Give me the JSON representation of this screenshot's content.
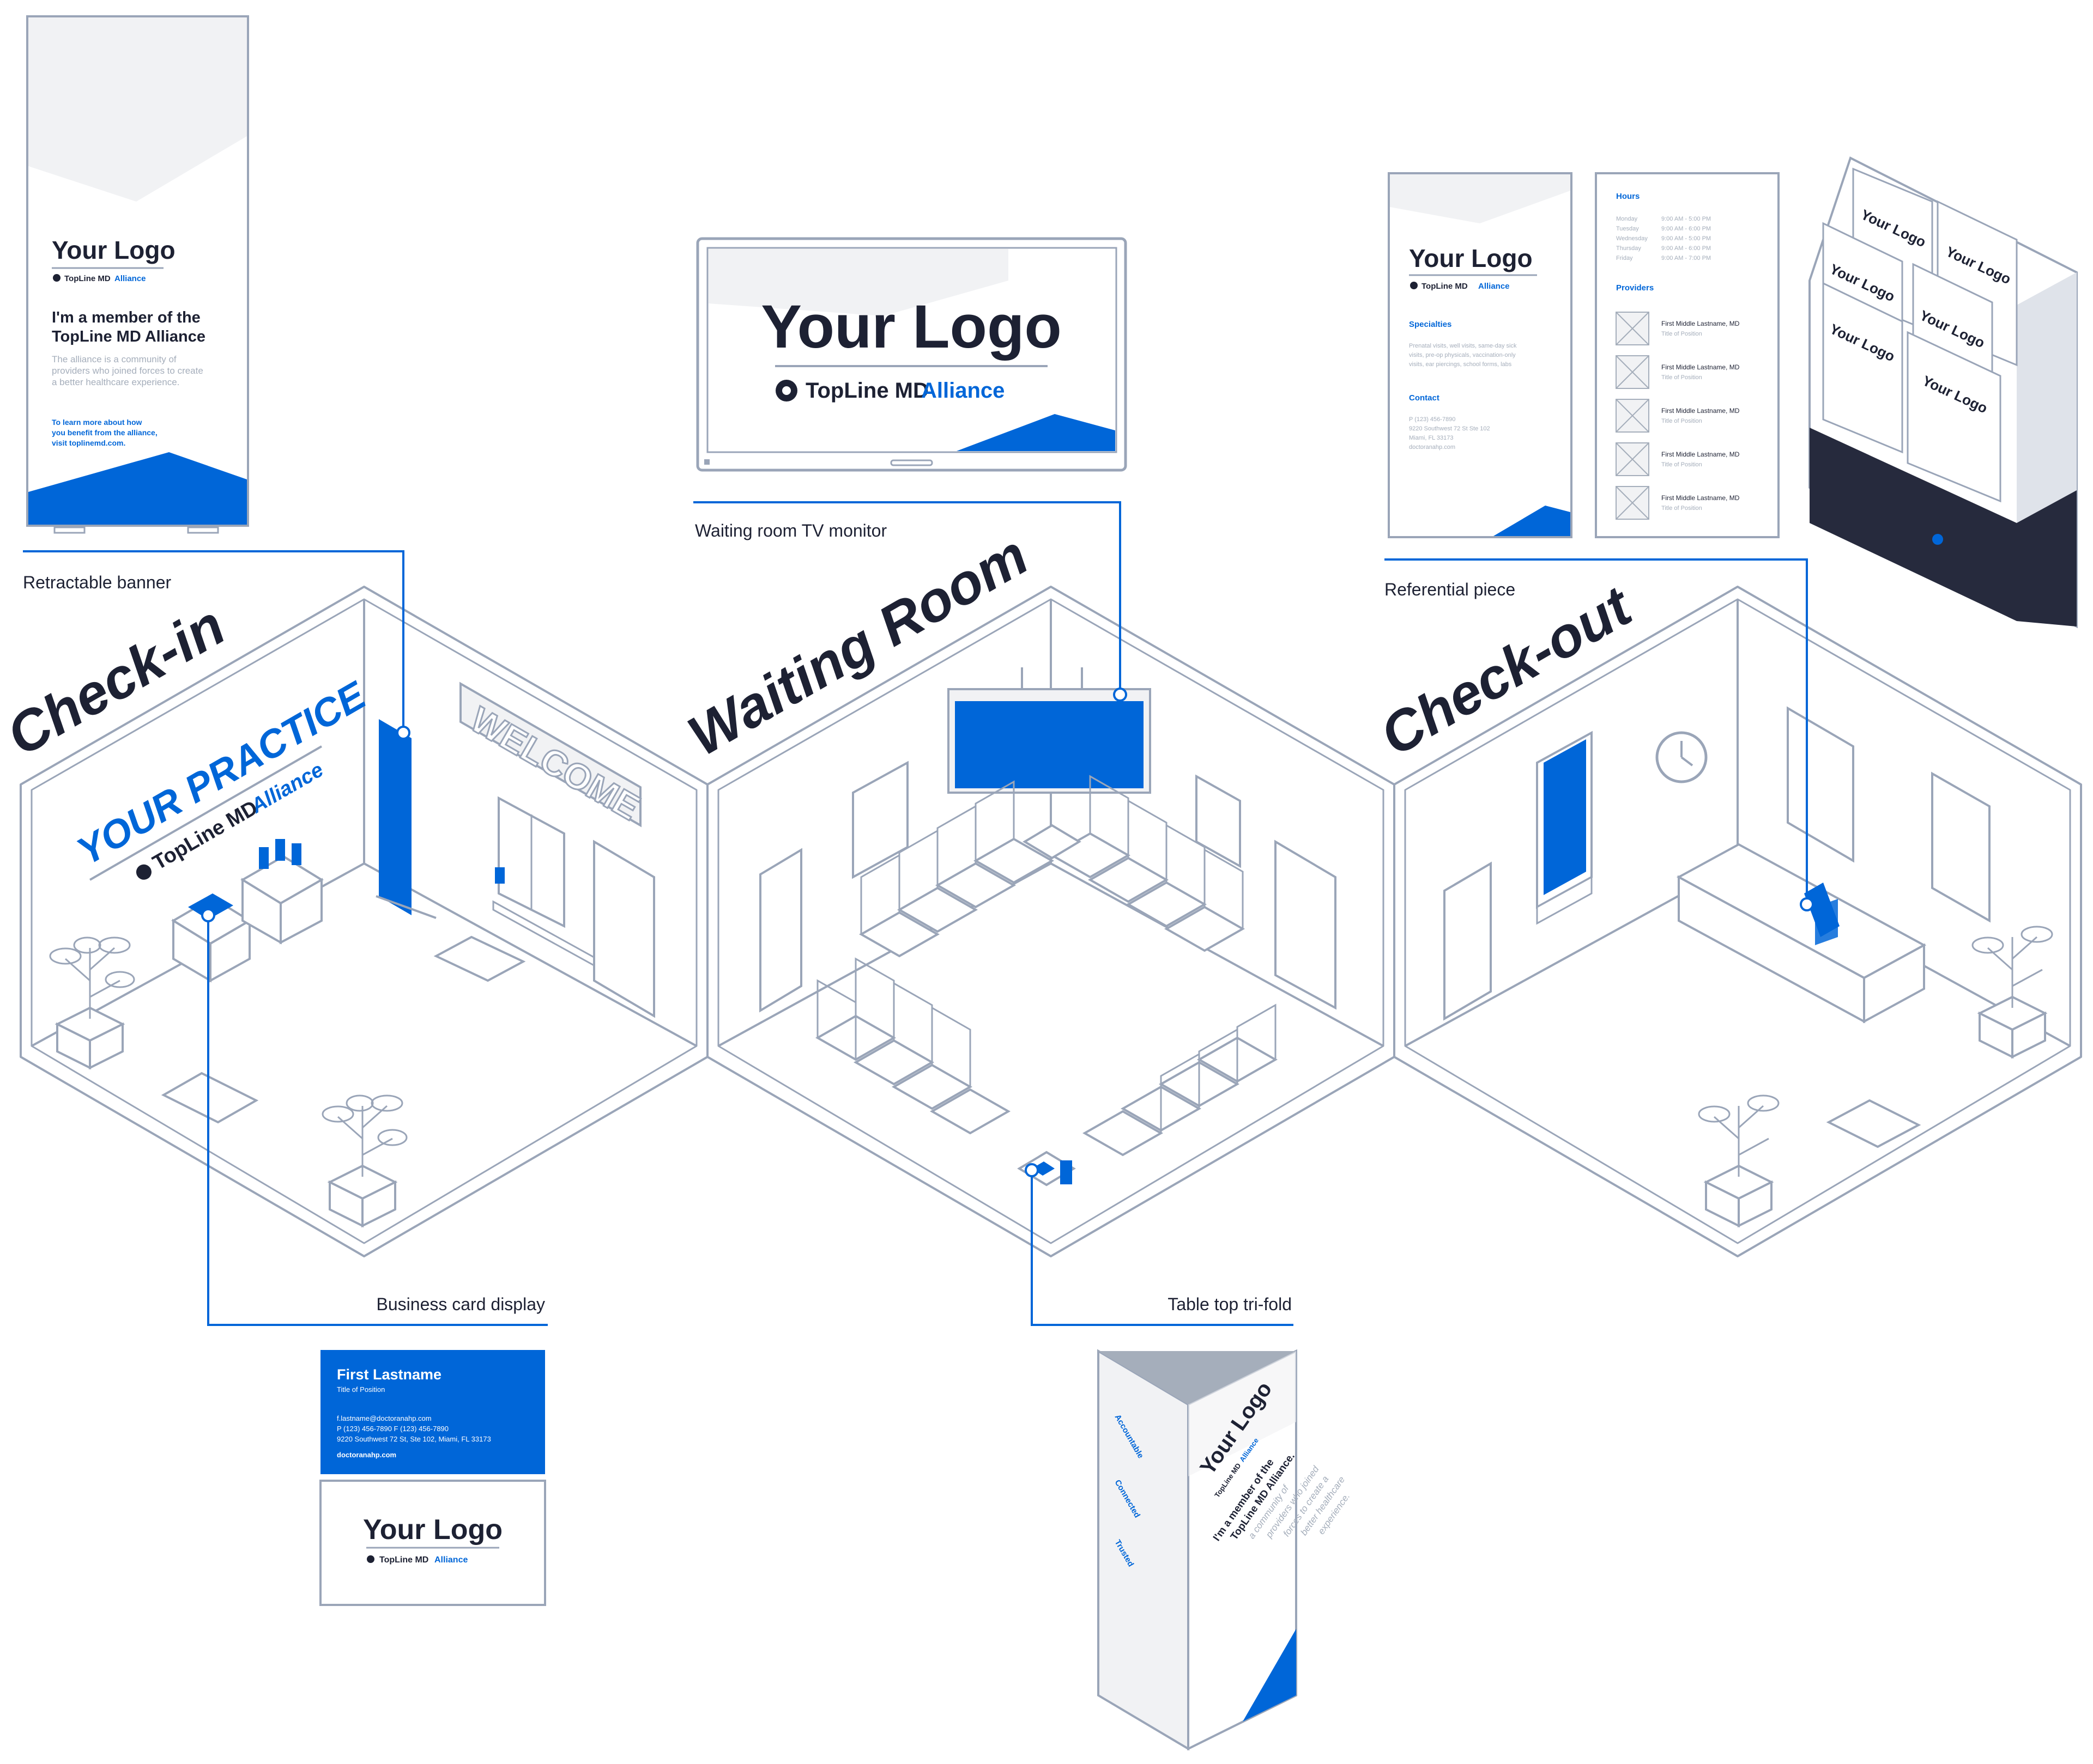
{
  "colors": {
    "blue": "#0066d8",
    "ink": "#1d2133",
    "line": "#9aa5b8",
    "light": "#f1f2f4",
    "gray": "#a5aebb",
    "navy": "#262a3d"
  },
  "rooms": {
    "checkin": "Check-in",
    "waiting": "Waiting Room",
    "checkout": "Check-out"
  },
  "callouts": {
    "banner": "Retractable banner",
    "tv": "Waiting room TV monitor",
    "referential": "Referential piece",
    "card": "Business card display",
    "trifold": "Table top tri-fold"
  },
  "brand": {
    "logo": "Your Logo",
    "alliance_a": "TopLine MD",
    "alliance_b": "Alliance",
    "practice": "YOUR PRACTICE",
    "welcome": "WELCOME"
  },
  "banner": {
    "heading_1": "I'm a member of the",
    "heading_2": "TopLine MD Alliance",
    "body_1": "The alliance is a community of",
    "body_2": "providers who joined forces to create",
    "body_3": "a better healthcare experience.",
    "cta_1": "To learn more about how",
    "cta_2": "you benefit from the alliance,",
    "cta_3": "visit toplinemd.com."
  },
  "card": {
    "name": "First Lastname",
    "title": "Title of Position",
    "email": "f.lastname@doctoranahp.com",
    "phones": "P  (123) 456-7890   F  (123) 456-7890",
    "address": "9220 Southwest 72 St, Ste 102, Miami, FL 33173",
    "web": "doctoranahp.com"
  },
  "referential": {
    "specialties_title": "Specialties",
    "specialties": [
      "Prenatal visits, well visits, same-day sick",
      "visits, pre-op physicals, vaccination-only",
      "visits, ear piercings, school forms, labs"
    ],
    "contact_title": "Contact",
    "contact": [
      "P  (123) 456-7890",
      "9220 Southwest 72 St Ste 102",
      "Miami, FL 33173",
      "doctoranahp.com"
    ],
    "hours_title": "Hours",
    "hours": [
      {
        "day": "Monday",
        "time": "9:00 AM - 5:00 PM"
      },
      {
        "day": "Tuesday",
        "time": "9:00 AM - 6:00 PM"
      },
      {
        "day": "Wednesday",
        "time": "9:00 AM - 5:00 PM"
      },
      {
        "day": "Thursday",
        "time": "9:00 AM - 6:00 PM"
      },
      {
        "day": "Friday",
        "time": "9:00 AM - 7:00 PM"
      }
    ],
    "providers_title": "Providers",
    "providers": [
      {
        "name": "First Middle Lastname, MD",
        "role": "Title of Position"
      },
      {
        "name": "First Middle Lastname, MD",
        "role": "Title of Position"
      },
      {
        "name": "First Middle Lastname, MD",
        "role": "Title of Position"
      },
      {
        "name": "First Middle Lastname, MD",
        "role": "Title of Position"
      },
      {
        "name": "First Middle Lastname, MD",
        "role": "Title of Position"
      }
    ]
  },
  "trifold": {
    "panel_a": [
      "Accountable",
      "Connected",
      "Trusted"
    ],
    "heading": "I'm a member of the",
    "heading_2": "TopLine MD Alliance.",
    "body": [
      "a community of",
      "providers who joined",
      "forces to create a",
      "better healthcare",
      "experience."
    ]
  }
}
